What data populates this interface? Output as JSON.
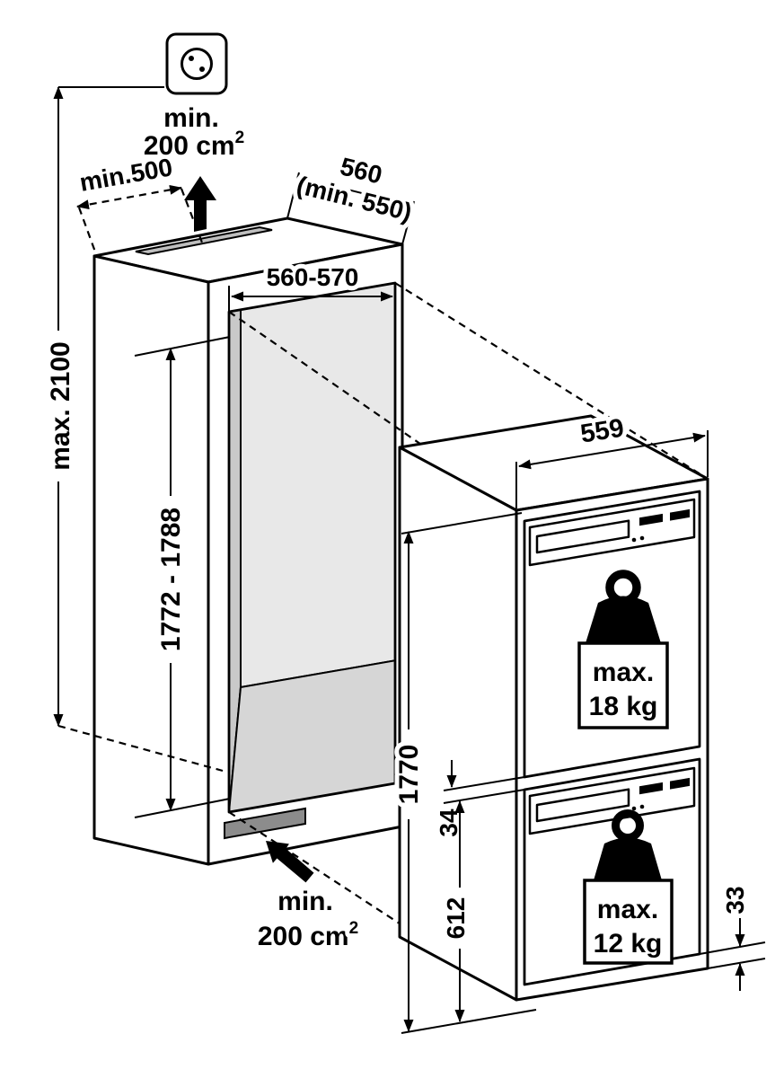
{
  "diagram": {
    "subject": "Built-in refrigerator niche installation drawing",
    "colors": {
      "line": "#000000",
      "background": "#ffffff",
      "interior_side_wall": "#c9c9c9",
      "interior_back_wall": "#e8e8e8",
      "interior_floor": "#d6d6d6",
      "top_vent_slot": "#bfbfbf",
      "base_vent_slot": "#8c8c8c"
    },
    "labels": {
      "top_vent": {
        "min": "min.",
        "area": "200 cm",
        "area_exp": "2"
      },
      "rear_clearance": "min.500",
      "niche_depth": {
        "value": "560",
        "min": "(min. 550)"
      },
      "niche_width": "560-570",
      "ceiling_max": "max. 2100",
      "niche_height": "1772 - 1788",
      "bottom_vent": {
        "min": "min.",
        "area": "200 cm",
        "area_exp": "2"
      },
      "appliance": {
        "width": "559",
        "height": "1770",
        "door_gap": "34",
        "lower_section": "612",
        "base_gap": "33"
      },
      "door_load_upper": {
        "prefix": "max.",
        "value": "18 kg"
      },
      "door_load_lower": {
        "prefix": "max.",
        "value": "12 kg"
      }
    }
  }
}
